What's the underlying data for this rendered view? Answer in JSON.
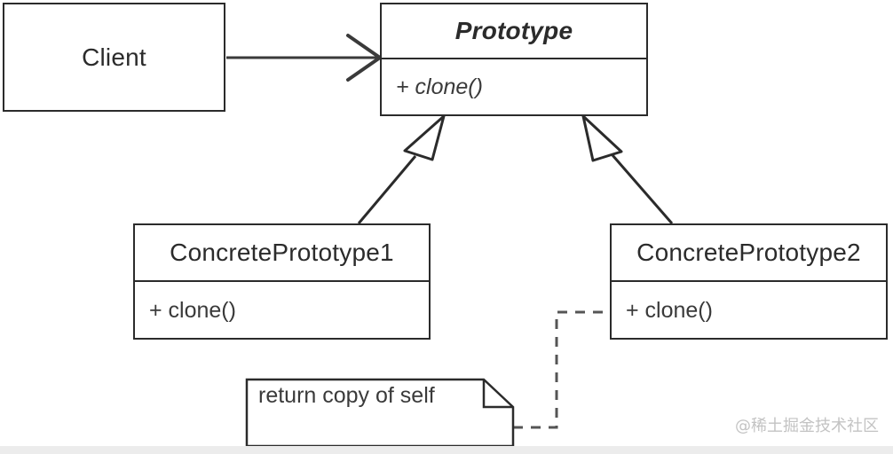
{
  "diagram": {
    "kind": "uml-class-diagram",
    "title_pattern": "Prototype",
    "classes": [
      {
        "id": "client",
        "name": "Client",
        "stereotype": "class",
        "italic_name": false,
        "operations": [],
        "has_compartment_divider": false
      },
      {
        "id": "prototype",
        "name": "Prototype",
        "stereotype": "abstract",
        "italic_name": true,
        "operations": [
          "+ clone()"
        ],
        "italic_operations": true,
        "has_compartment_divider": true
      },
      {
        "id": "concrete1",
        "name": "ConcretePrototype1",
        "stereotype": "class",
        "italic_name": false,
        "operations": [
          "+ clone()"
        ],
        "italic_operations": false,
        "has_compartment_divider": true
      },
      {
        "id": "concrete2",
        "name": "ConcretePrototype2",
        "stereotype": "class",
        "italic_name": false,
        "operations": [
          "+ clone()"
        ],
        "italic_operations": false,
        "has_compartment_divider": true
      }
    ],
    "note": {
      "id": "note-return-copy",
      "text": "return copy of self",
      "anchored_to": "concrete2"
    },
    "relations": [
      {
        "type": "association",
        "arrow": "open-arrow",
        "from": "client",
        "to": "prototype",
        "line": "solid"
      },
      {
        "type": "generalization",
        "arrow": "hollow-triangle",
        "from": "concrete1",
        "to": "prototype",
        "line": "solid"
      },
      {
        "type": "generalization",
        "arrow": "hollow-triangle",
        "from": "concrete2",
        "to": "prototype",
        "line": "solid"
      },
      {
        "type": "note-anchor",
        "arrow": "none",
        "from": "note-return-copy",
        "to": "concrete2",
        "line": "dashed"
      }
    ],
    "colors": {
      "stroke": "#2b2b2b",
      "fill": "#ffffff",
      "text": "#2b2b2b",
      "background": "#ffffff",
      "bottom_strip": "#ececec",
      "watermark": "#c3c3c3"
    }
  },
  "watermark": {
    "text": "@稀土掘金技术社区"
  }
}
